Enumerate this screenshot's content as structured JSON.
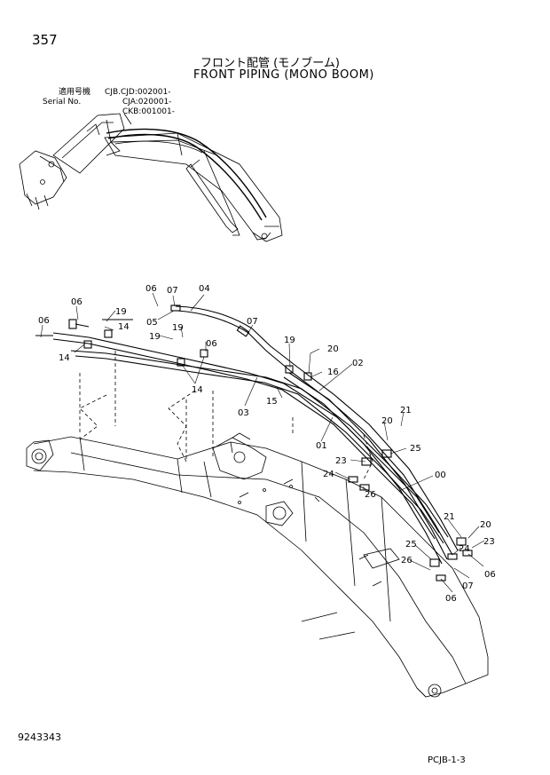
{
  "header": {
    "page_number": "357",
    "title_jp": "フロント配管 (モノブーム)",
    "title_en": "FRONT PIPING (MONO BOOM)"
  },
  "serial_block": {
    "label_jp": "適用号機",
    "label_en": "Serial No.",
    "codes": [
      "CJB.CJD:002001-",
      "CJA:020001-",
      "CKB:001001-"
    ]
  },
  "callouts": {
    "c1": "06",
    "c2": "07",
    "c3": "04",
    "c4": "05",
    "c5": "06",
    "c6": "06",
    "c7": "19",
    "c8": "14",
    "c9": "14",
    "c10": "19",
    "c11": "19",
    "c12": "07",
    "c13": "06",
    "c14": "19",
    "c15": "20",
    "c16": "16",
    "c17": "02",
    "c18": "14",
    "c19": "03",
    "c20": "15",
    "c21": "01",
    "c22": "20",
    "c23": "21",
    "c24": "25",
    "c25": "23",
    "c26": "24",
    "c27": "26",
    "c28": "00",
    "c29": "21",
    "c30": "20",
    "c31": "23",
    "c32": "25",
    "c33": "24",
    "c34": "26",
    "c35": "07",
    "c36": "06",
    "c37": "06"
  },
  "footer": {
    "doc_number": "9243343",
    "page_code": "PCJB-1-3"
  }
}
